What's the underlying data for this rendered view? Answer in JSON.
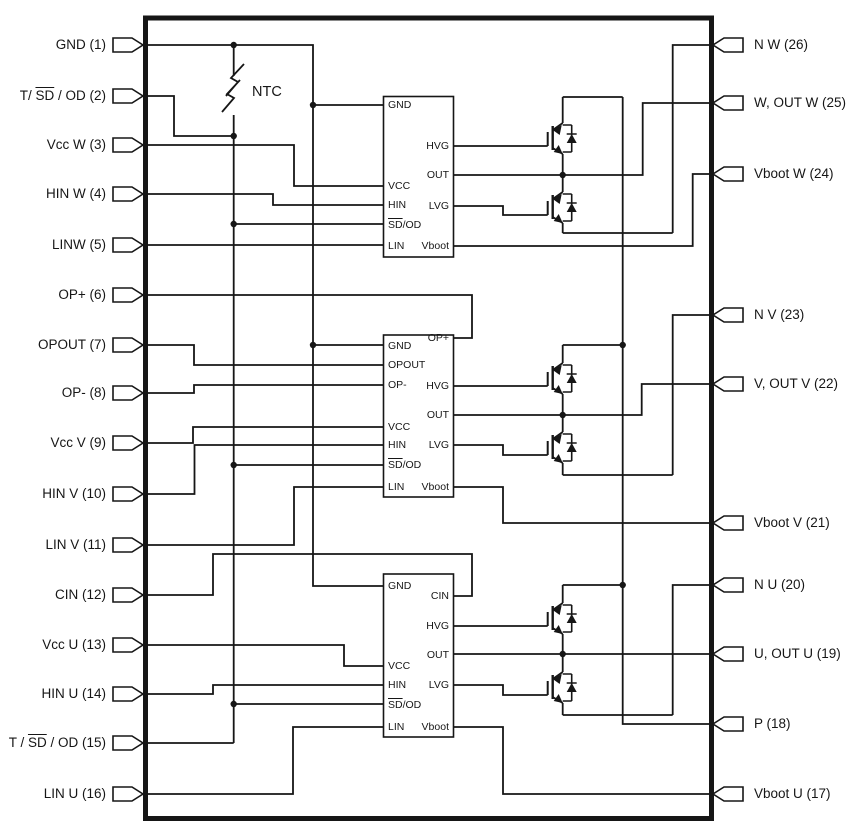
{
  "colors": {
    "line": "#161616",
    "background": "#ffffff"
  },
  "ntc_label": "NTC",
  "left_pins": [
    {
      "label": "GND (1)"
    },
    {
      "pre": "T/ ",
      "overline": "SD",
      "post": " / OD (2)"
    },
    {
      "label": "Vcc W (3)"
    },
    {
      "label": "HIN W (4)"
    },
    {
      "label": "LINW (5)"
    },
    {
      "label": "OP+ (6)"
    },
    {
      "label": "OPOUT (7)"
    },
    {
      "label": "OP- (8)"
    },
    {
      "label": "Vcc V (9)"
    },
    {
      "label": "HIN V (10)"
    },
    {
      "label": "LIN V (11)"
    },
    {
      "label": "CIN (12)"
    },
    {
      "label": "Vcc U (13)"
    },
    {
      "label": "HIN U (14)"
    },
    {
      "pre": "T / ",
      "overline": "SD",
      "post": " / OD (15)"
    },
    {
      "label": "LIN U (16)"
    }
  ],
  "right_pins": [
    {
      "label": "N W (26)"
    },
    {
      "label": "W, OUT W (25)"
    },
    {
      "label": "Vboot W (24)"
    },
    {
      "label": "N V (23)"
    },
    {
      "label": "V, OUT V (22)"
    },
    {
      "label": "Vboot V (21)"
    },
    {
      "label": "N U (20)"
    },
    {
      "label": "U, OUT U (19)"
    },
    {
      "label": "P (18)"
    },
    {
      "label": "Vboot U (17)"
    }
  ],
  "blocks": [
    {
      "terminals": {
        "gnd": "GND",
        "vcc": "VCC",
        "hin": "HIN",
        "sd": "SD",
        "sd_suffix": "/OD",
        "lin": "LIN",
        "hvg": "HVG",
        "out": "OUT",
        "lvg": "LVG",
        "vboot": "Vboot"
      }
    },
    {
      "terminals": {
        "gnd": "GND",
        "opout": "OPOUT",
        "op_minus": "OP-",
        "vcc": "VCC",
        "hin": "HIN",
        "sd": "SD",
        "sd_suffix": "/OD",
        "lin": "LIN",
        "op_plus": "OP+",
        "hvg": "HVG",
        "out": "OUT",
        "lvg": "LVG",
        "vboot": "Vboot"
      }
    },
    {
      "terminals": {
        "gnd": "GND",
        "vcc": "VCC",
        "hin": "HIN",
        "sd": "SD",
        "sd_suffix": "/OD",
        "lin": "LIN",
        "cin": "CIN",
        "hvg": "HVG",
        "out": "OUT",
        "lvg": "LVG",
        "vboot": "Vboot"
      }
    }
  ]
}
